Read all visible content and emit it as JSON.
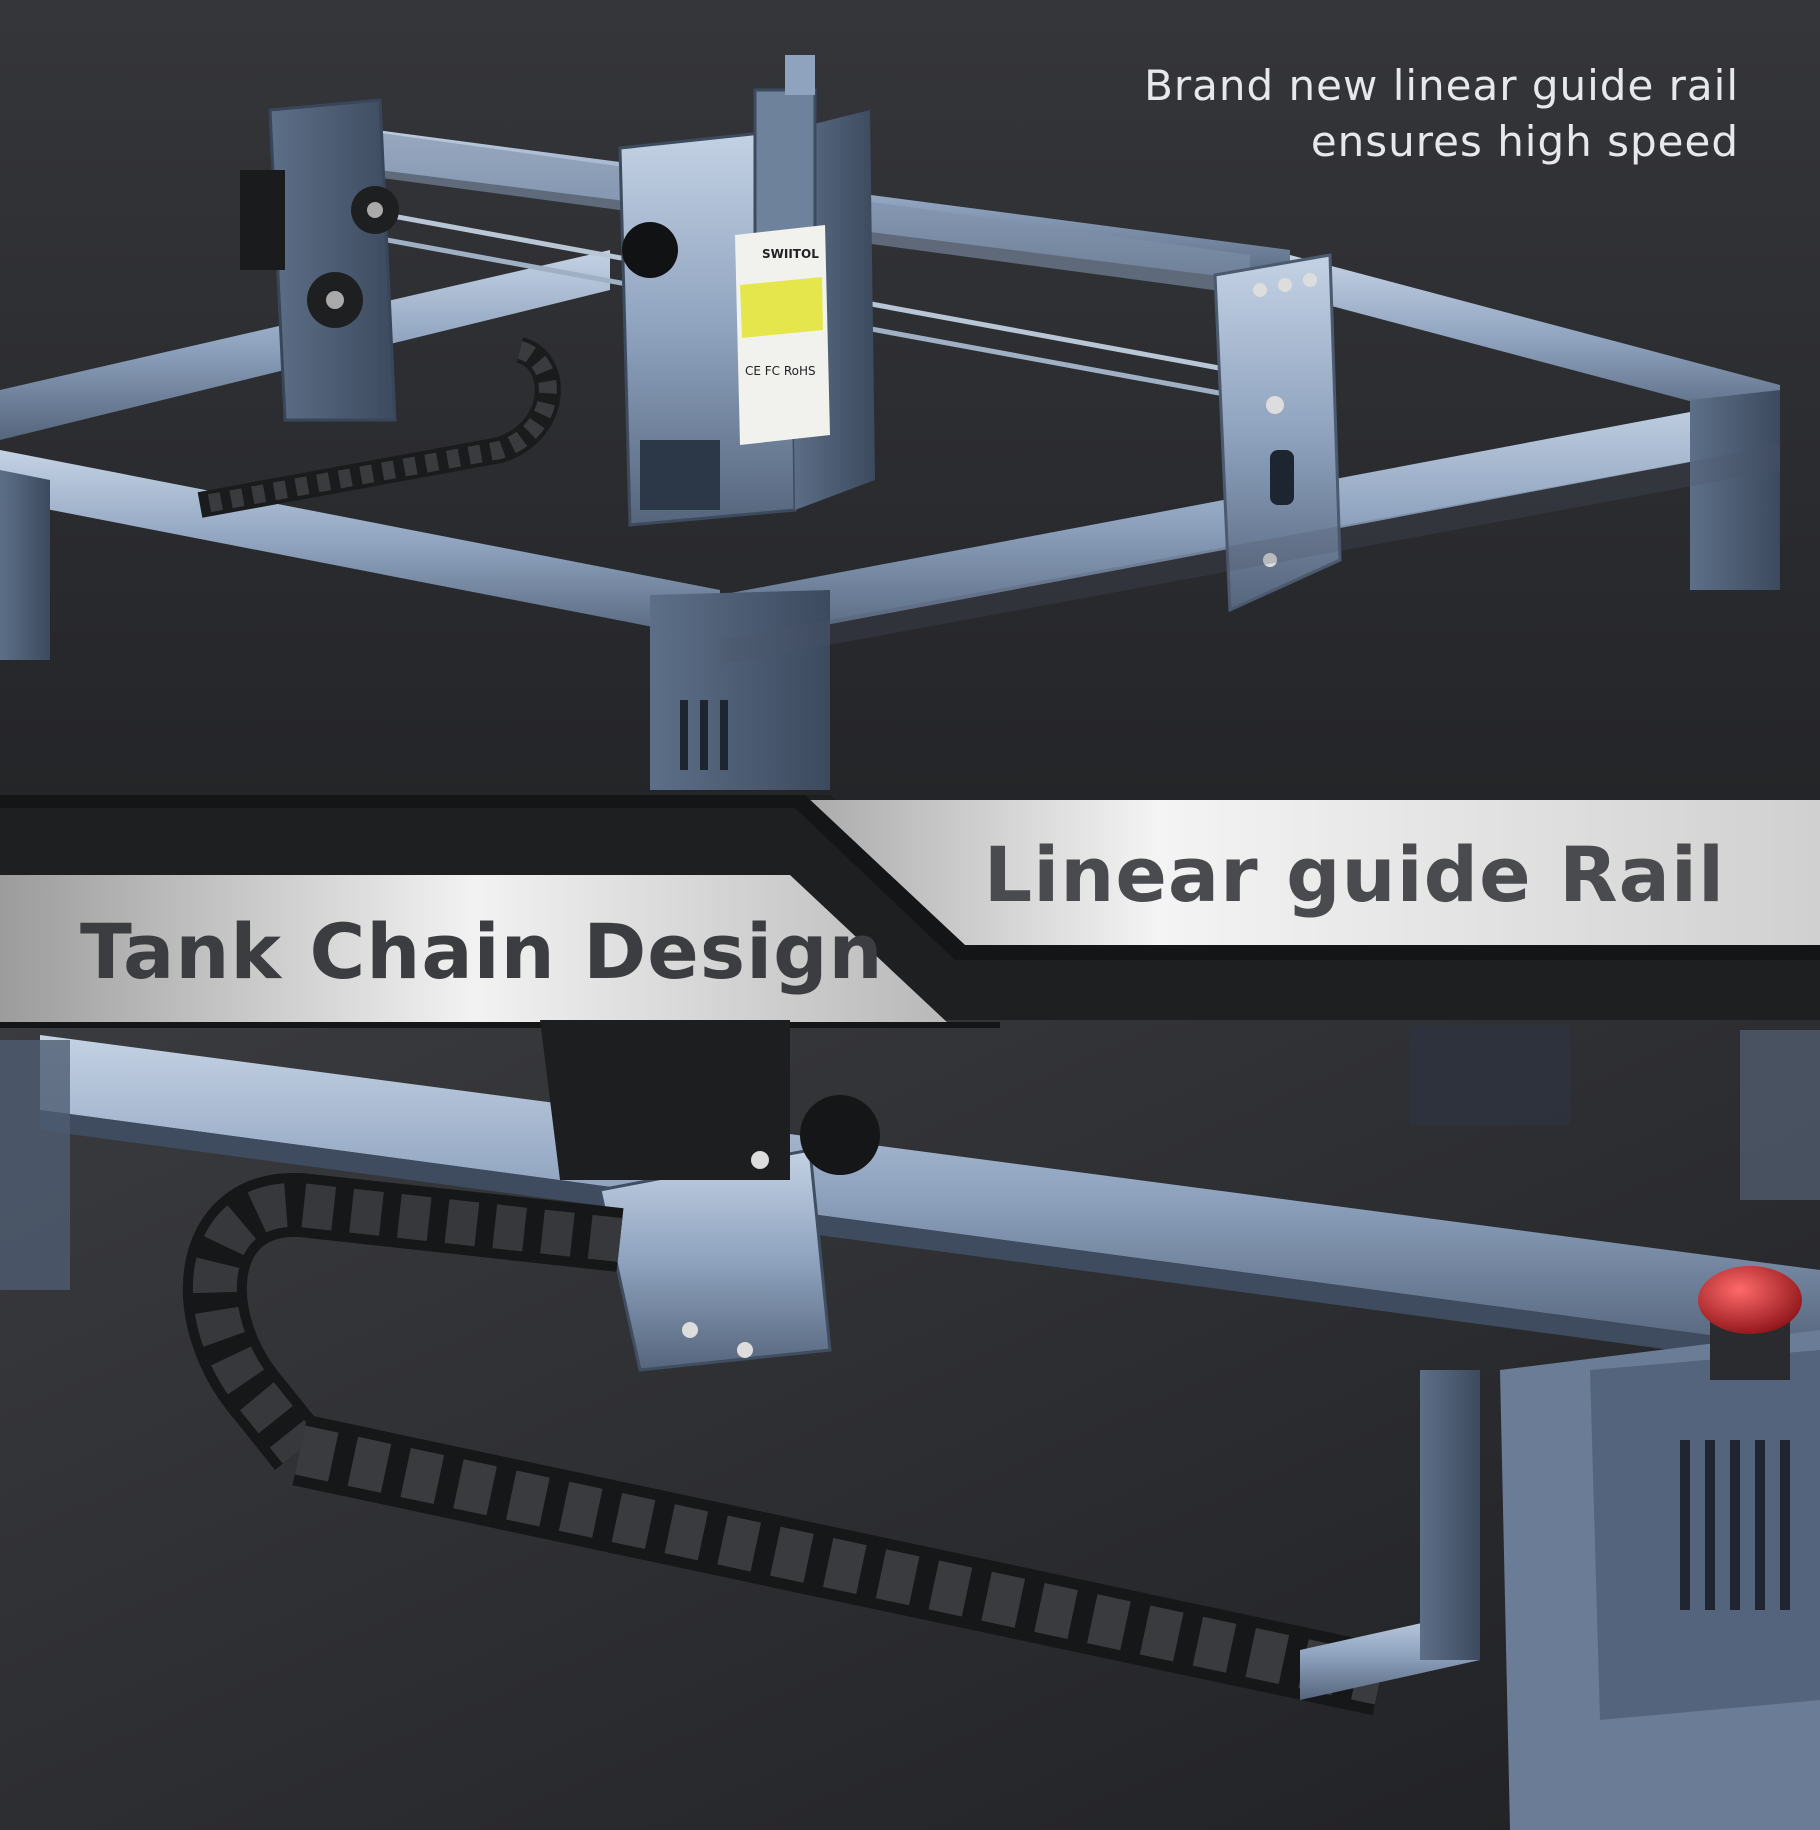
{
  "tagline": {
    "line1": "Brand new linear guide rail",
    "line2": "ensures high speed"
  },
  "banner": {
    "right_title": "Linear guide Rail",
    "left_title": "Tank Chain Design"
  },
  "product": {
    "brand_label": "SWIITOL",
    "cert_marks": "CE FC RoHS"
  },
  "colors": {
    "background": "#2a2b2e",
    "metal_blue": "#8fa3bf",
    "band_light": "#e9e9e9",
    "band_dark": "#1e1f21",
    "stop_button": "#c0222a"
  }
}
